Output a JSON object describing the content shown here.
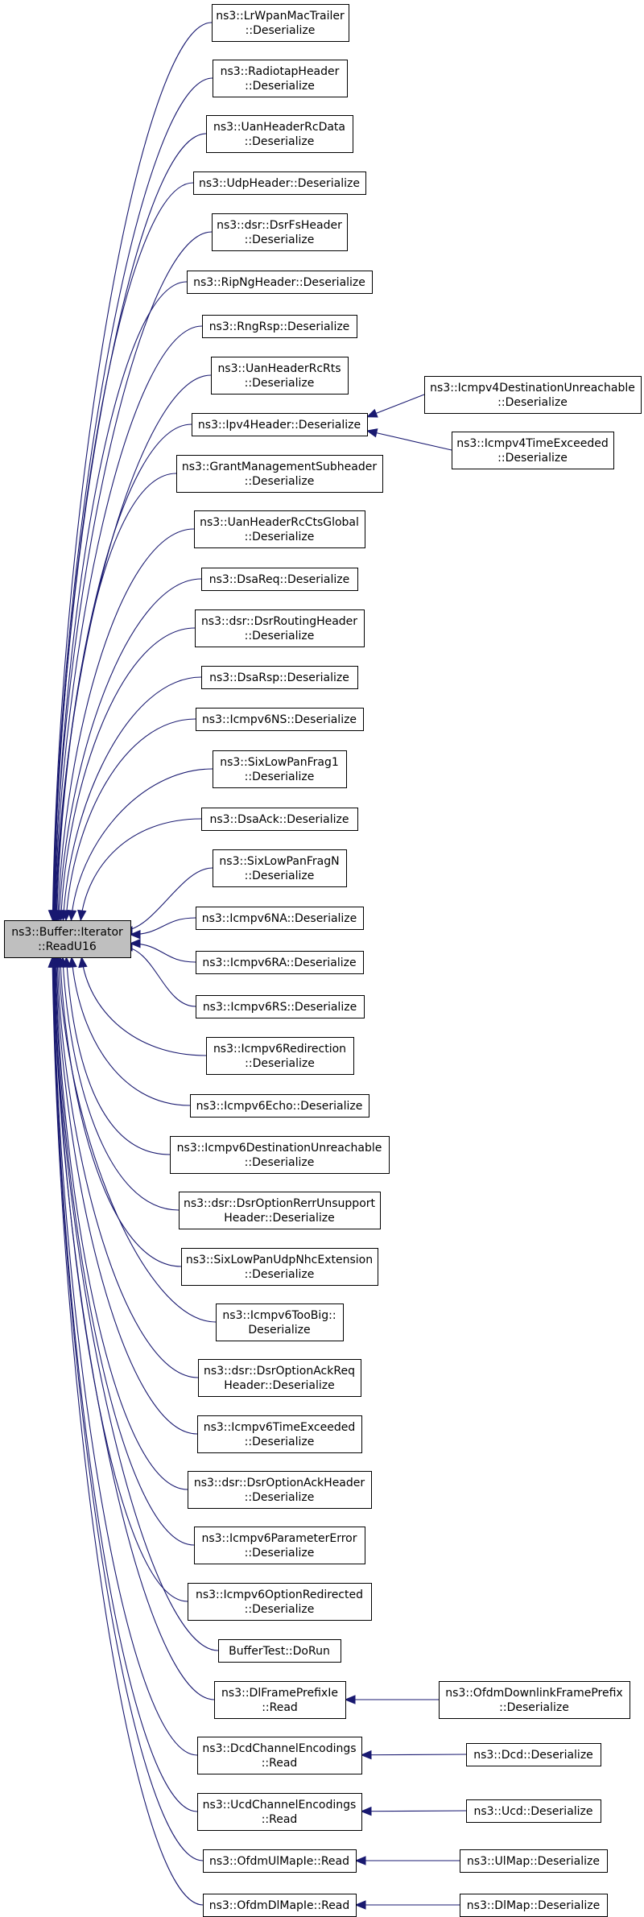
{
  "diagram": {
    "root": {
      "id": "root",
      "lines": [
        "ns3::Buffer::Iterator",
        "::ReadU16"
      ]
    },
    "callers": [
      {
        "id": "lrwpan",
        "lines": [
          "ns3::LrWpanMacTrailer",
          "::Deserialize"
        ]
      },
      {
        "id": "radiotap",
        "lines": [
          "ns3::RadiotapHeader",
          "::Deserialize"
        ]
      },
      {
        "id": "uanrcdata",
        "lines": [
          "ns3::UanHeaderRcData",
          "::Deserialize"
        ]
      },
      {
        "id": "udp",
        "lines": [
          "ns3::UdpHeader::Deserialize"
        ]
      },
      {
        "id": "dsrfs",
        "lines": [
          "ns3::dsr::DsrFsHeader",
          "::Deserialize"
        ]
      },
      {
        "id": "ripng",
        "lines": [
          "ns3::RipNgHeader::Deserialize"
        ]
      },
      {
        "id": "rngrsp",
        "lines": [
          "ns3::RngRsp::Deserialize"
        ]
      },
      {
        "id": "uanrcrts",
        "lines": [
          "ns3::UanHeaderRcRts",
          "::Deserialize"
        ]
      },
      {
        "id": "ipv4",
        "lines": [
          "ns3::Ipv4Header::Deserialize"
        ]
      },
      {
        "id": "grantmgmt",
        "lines": [
          "ns3::GrantManagementSubheader",
          "::Deserialize"
        ]
      },
      {
        "id": "uanrccts",
        "lines": [
          "ns3::UanHeaderRcCtsGlobal",
          "::Deserialize"
        ]
      },
      {
        "id": "dsareq",
        "lines": [
          "ns3::DsaReq::Deserialize"
        ]
      },
      {
        "id": "dsrrouting",
        "lines": [
          "ns3::dsr::DsrRoutingHeader",
          "::Deserialize"
        ]
      },
      {
        "id": "dsarsp",
        "lines": [
          "ns3::DsaRsp::Deserialize"
        ]
      },
      {
        "id": "icmpv6ns",
        "lines": [
          "ns3::Icmpv6NS::Deserialize"
        ]
      },
      {
        "id": "sixfrag1",
        "lines": [
          "ns3::SixLowPanFrag1",
          "::Deserialize"
        ]
      },
      {
        "id": "dsaack",
        "lines": [
          "ns3::DsaAck::Deserialize"
        ]
      },
      {
        "id": "sixfragn",
        "lines": [
          "ns3::SixLowPanFragN",
          "::Deserialize"
        ]
      },
      {
        "id": "icmpv6na",
        "lines": [
          "ns3::Icmpv6NA::Deserialize"
        ]
      },
      {
        "id": "icmpv6ra",
        "lines": [
          "ns3::Icmpv6RA::Deserialize"
        ]
      },
      {
        "id": "icmpv6rs",
        "lines": [
          "ns3::Icmpv6RS::Deserialize"
        ]
      },
      {
        "id": "icmpv6redir",
        "lines": [
          "ns3::Icmpv6Redirection",
          "::Deserialize"
        ]
      },
      {
        "id": "icmpv6echo",
        "lines": [
          "ns3::Icmpv6Echo::Deserialize"
        ]
      },
      {
        "id": "icmpv6dest",
        "lines": [
          "ns3::Icmpv6DestinationUnreachable",
          "::Deserialize"
        ]
      },
      {
        "id": "dsrrerr",
        "lines": [
          "ns3::dsr::DsrOptionRerrUnsupport",
          "Header::Deserialize"
        ]
      },
      {
        "id": "sixudpnhc",
        "lines": [
          "ns3::SixLowPanUdpNhcExtension",
          "::Deserialize"
        ]
      },
      {
        "id": "icmpv6toobig",
        "lines": [
          "ns3::Icmpv6TooBig::",
          "Deserialize"
        ]
      },
      {
        "id": "dsrackreq",
        "lines": [
          "ns3::dsr::DsrOptionAckReq",
          "Header::Deserialize"
        ]
      },
      {
        "id": "icmpv6time",
        "lines": [
          "ns3::Icmpv6TimeExceeded",
          "::Deserialize"
        ]
      },
      {
        "id": "dsrack",
        "lines": [
          "ns3::dsr::DsrOptionAckHeader",
          "::Deserialize"
        ]
      },
      {
        "id": "icmpv6param",
        "lines": [
          "ns3::Icmpv6ParameterError",
          "::Deserialize"
        ]
      },
      {
        "id": "icmpv6optredir",
        "lines": [
          "ns3::Icmpv6OptionRedirected",
          "::Deserialize"
        ]
      },
      {
        "id": "buffertest",
        "lines": [
          "BufferTest::DoRun"
        ]
      },
      {
        "id": "dlframe",
        "lines": [
          "ns3::DlFramePrefixIe",
          "::Read"
        ]
      },
      {
        "id": "dcdchan",
        "lines": [
          "ns3::DcdChannelEncodings",
          "::Read"
        ]
      },
      {
        "id": "ucdchan",
        "lines": [
          "ns3::UcdChannelEncodings",
          "::Read"
        ]
      },
      {
        "id": "ofdmul",
        "lines": [
          "ns3::OfdmUlMapIe::Read"
        ]
      },
      {
        "id": "ofdmdl",
        "lines": [
          "ns3::OfdmDlMapIe::Read"
        ]
      }
    ],
    "second_level": [
      {
        "id": "icmpv4dest",
        "lines": [
          "ns3::Icmpv4DestinationUnreachable",
          "::Deserialize"
        ],
        "calls": "ipv4"
      },
      {
        "id": "icmpv4time",
        "lines": [
          "ns3::Icmpv4TimeExceeded",
          "::Deserialize"
        ],
        "calls": "ipv4"
      },
      {
        "id": "ofdmdlprefix",
        "lines": [
          "ns3::OfdmDownlinkFramePrefix",
          "::Deserialize"
        ],
        "calls": "dlframe"
      },
      {
        "id": "dcd",
        "lines": [
          "ns3::Dcd::Deserialize"
        ],
        "calls": "dcdchan"
      },
      {
        "id": "ucd",
        "lines": [
          "ns3::Ucd::Deserialize"
        ],
        "calls": "ucdchan"
      },
      {
        "id": "ulmap",
        "lines": [
          "ns3::UlMap::Deserialize"
        ],
        "calls": "ofdmul"
      },
      {
        "id": "dlmap",
        "lines": [
          "ns3::DlMap::Deserialize"
        ],
        "calls": "ofdmdl"
      }
    ]
  }
}
